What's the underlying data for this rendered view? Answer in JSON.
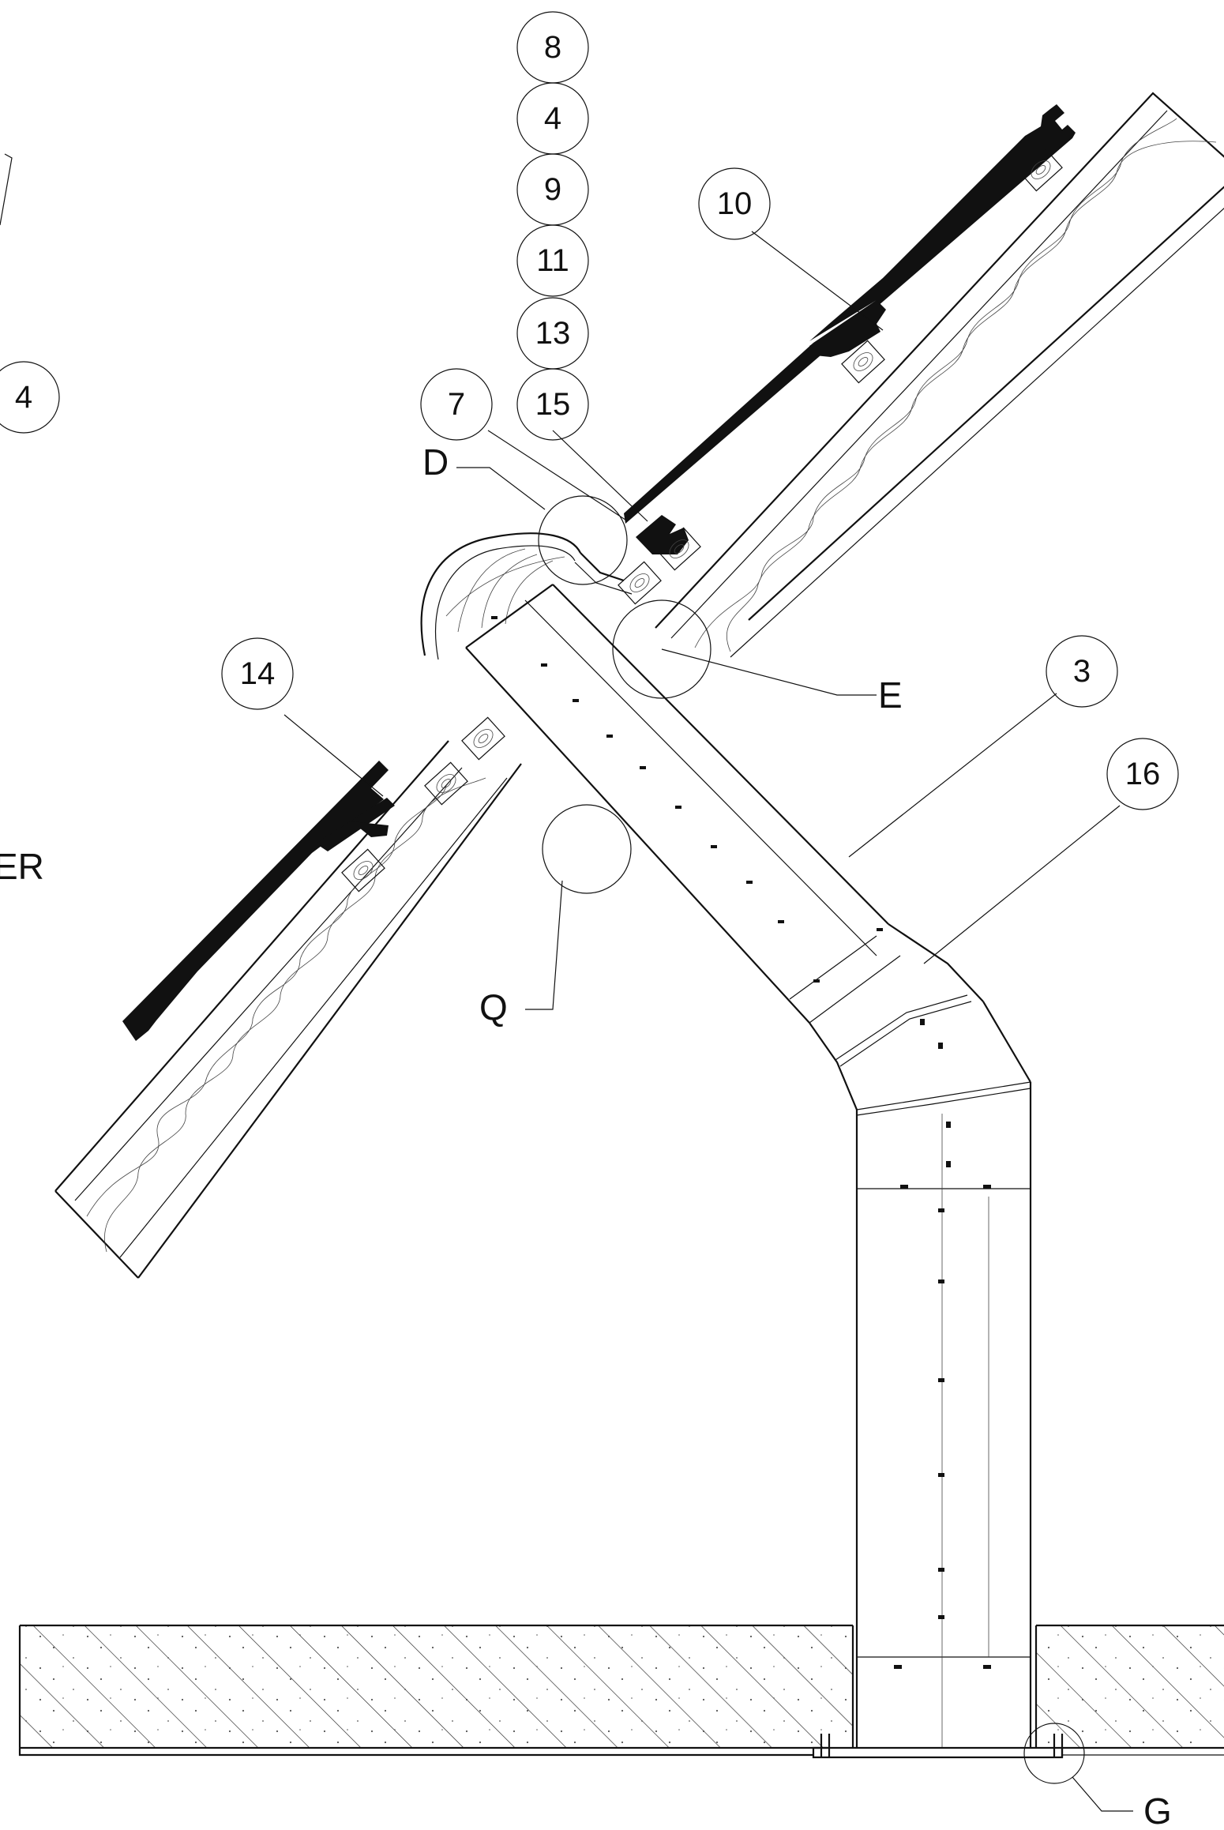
{
  "drawing": {
    "type": "section detail",
    "subject": "tubular roof skylight through pitched roof"
  },
  "callouts": {
    "c8": "8",
    "c4_stack": "4",
    "c9": "9",
    "c11": "11",
    "c13": "13",
    "c15": "15",
    "c10": "10",
    "c7": "7",
    "c4_left": "4",
    "c14": "14",
    "c3": "3",
    "c16": "16"
  },
  "detail_markers": {
    "D": "D",
    "E": "E",
    "Q": "Q",
    "G": "G"
  },
  "clipped_text": "ER",
  "colors": {
    "line": "#111111",
    "tile": "#111111",
    "background": "#ffffff"
  }
}
